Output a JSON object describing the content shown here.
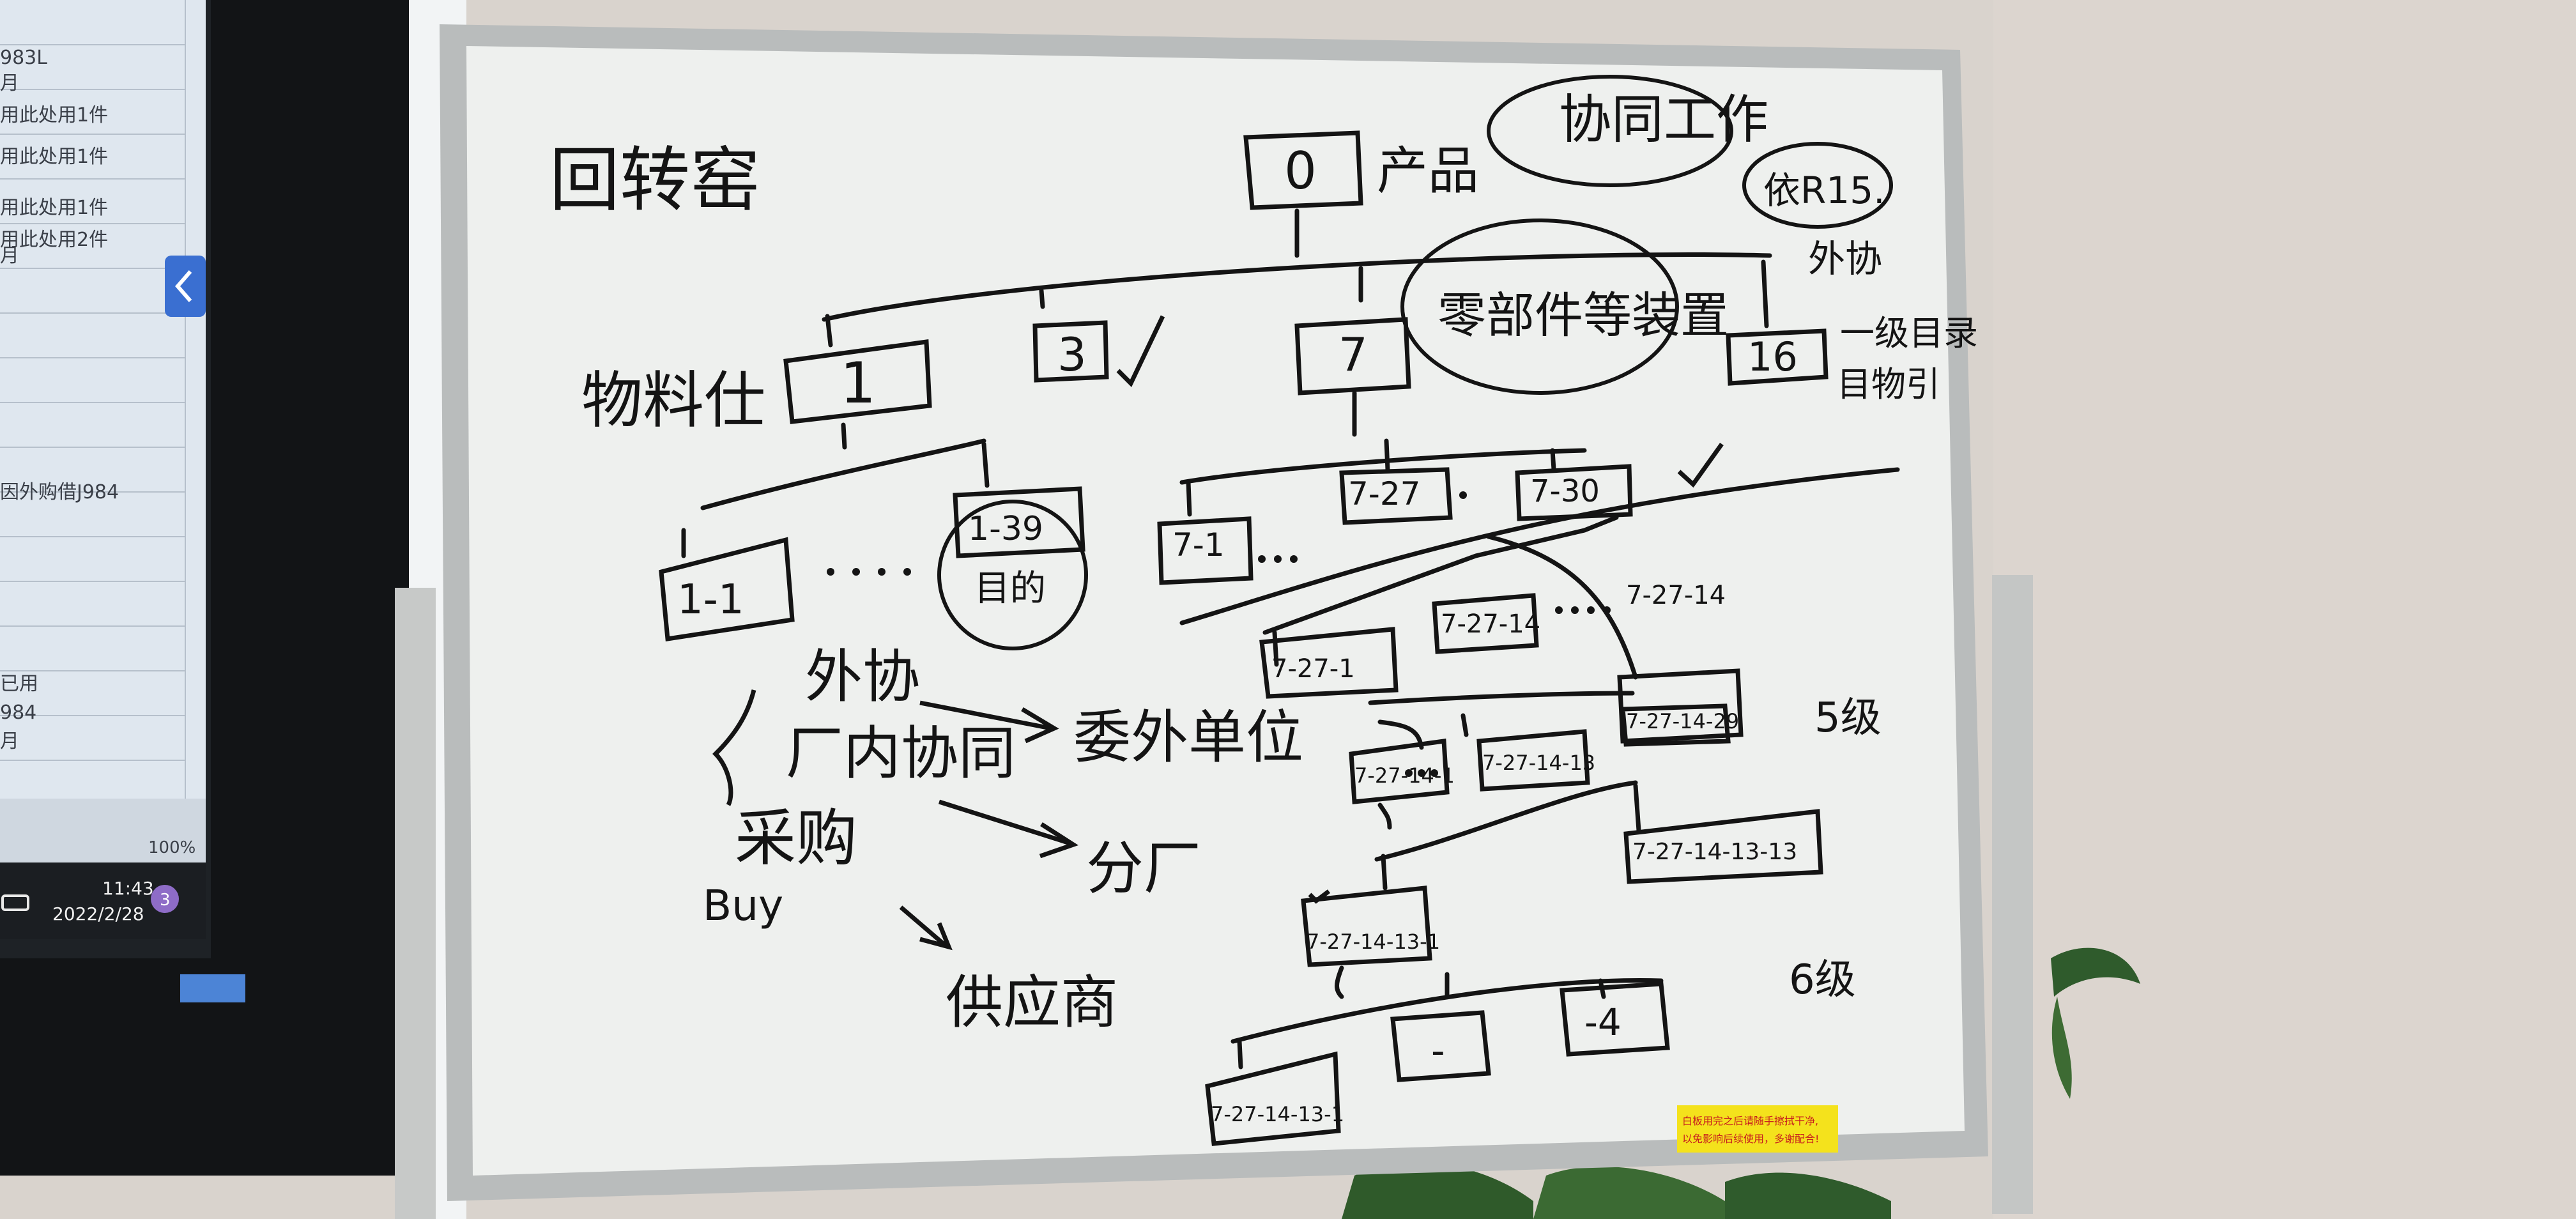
{
  "monitor": {
    "clock_time": "11:43",
    "clock_date": "2022/2/28",
    "notification_count": "3",
    "zoom_level": "100%",
    "sheet_fragments": [
      "983L",
      "月",
      "用此处用1件",
      "用此处用1件",
      "用此处用1件",
      "用此处用2件",
      "月",
      "因外购借J984",
      "已用",
      "984",
      "月"
    ]
  },
  "whiteboard": {
    "heading": "回转窑",
    "collab_note": "协同工作",
    "note_r15": "依R15.",
    "label_top": "产品",
    "label_wai": "外协",
    "label_material": "物料仕",
    "label_purchase_note": "零部件等装置",
    "label_level1": "一级目录",
    "label_level1_sub": "目物引",
    "nodes": [
      {
        "id": "n0",
        "text": "0"
      },
      {
        "id": "n1",
        "text": "1"
      },
      {
        "id": "n3",
        "text": "3"
      },
      {
        "id": "n7",
        "text": "7"
      },
      {
        "id": "n16",
        "text": "16"
      },
      {
        "id": "n1_1",
        "text": "1-1"
      },
      {
        "id": "n1_39",
        "text": "1-39"
      },
      {
        "id": "n1_39_sub",
        "text": "目的"
      },
      {
        "id": "n7_1",
        "text": "7-1"
      },
      {
        "id": "n7_27",
        "text": "7-27"
      },
      {
        "id": "n7_30",
        "text": "7-30"
      },
      {
        "id": "n7_27_1",
        "text": "7-27-1"
      },
      {
        "id": "n7_27_14",
        "text": "7-27-14"
      },
      {
        "id": "n7_27_14b",
        "text": "7-27-14"
      },
      {
        "id": "n7_27_14_1",
        "text": "7-27-14-1"
      },
      {
        "id": "n7_27_14_13",
        "text": "7-27-14-13"
      },
      {
        "id": "n7_27_14_29",
        "text": "7-27-14-29"
      },
      {
        "id": "n7_27_14_13_1",
        "text": "7-27-14-13-1"
      },
      {
        "id": "n7_27_14_13_13",
        "text": "7-27-14-13-13"
      },
      {
        "id": "n7_27_14_13_13_1",
        "text": "7-27-14-13-1"
      },
      {
        "id": "n_dash",
        "text": "-"
      },
      {
        "id": "n_4",
        "text": "-4"
      }
    ],
    "process_lines": [
      {
        "from": "外协",
        "to": "委外单位"
      },
      {
        "from": "厂内协同",
        "to": "分厂"
      },
      {
        "from": "采购",
        "to": "供应商"
      }
    ],
    "buy_label": "Buy",
    "levels": [
      "5级",
      "6级"
    ],
    "sticker_line1": "白板用完之后请随手擦拭干净,",
    "sticker_line2": "以免影响后续使用，多谢配合!"
  },
  "colors": {
    "board": "#eef0ee",
    "frame": "#b9bcbc",
    "ink": "#141414",
    "wall": "#d8d2cc",
    "sticker": "#f4e21c",
    "sticker_text": "#c81e1e",
    "monitor_screen": "#dfe7ef",
    "monitor_accent": "#3a6fd1"
  }
}
